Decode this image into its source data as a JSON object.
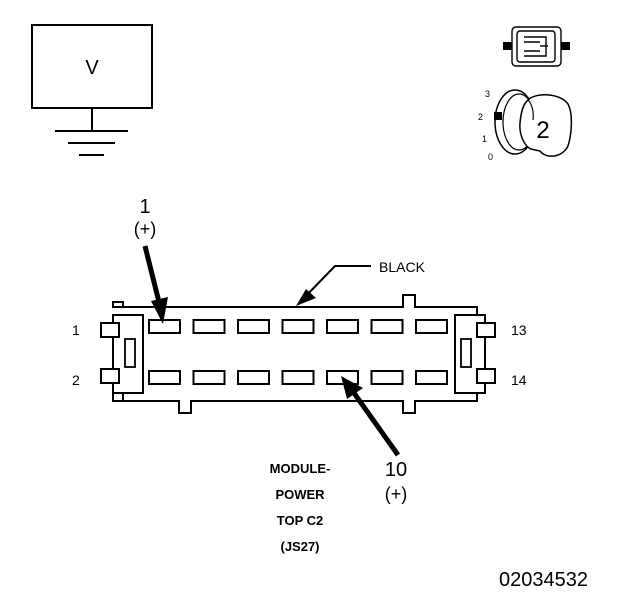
{
  "meter": {
    "symbol": "V"
  },
  "ignition": {
    "positions": [
      "3",
      "2",
      "1",
      "0"
    ],
    "selected_position": "2"
  },
  "connector": {
    "color_label": "BLACK",
    "name_lines": [
      "MODULE-",
      "POWER",
      "TOP C2",
      "(JS27)"
    ],
    "left_row_labels": [
      "1",
      "2"
    ],
    "right_row_labels": [
      "13",
      "14"
    ],
    "probe_positive": {
      "pin": "1",
      "polarity": "(+)"
    },
    "probe_negative": {
      "pin": "10",
      "polarity": "(+)"
    }
  },
  "figure_id": "02034532"
}
